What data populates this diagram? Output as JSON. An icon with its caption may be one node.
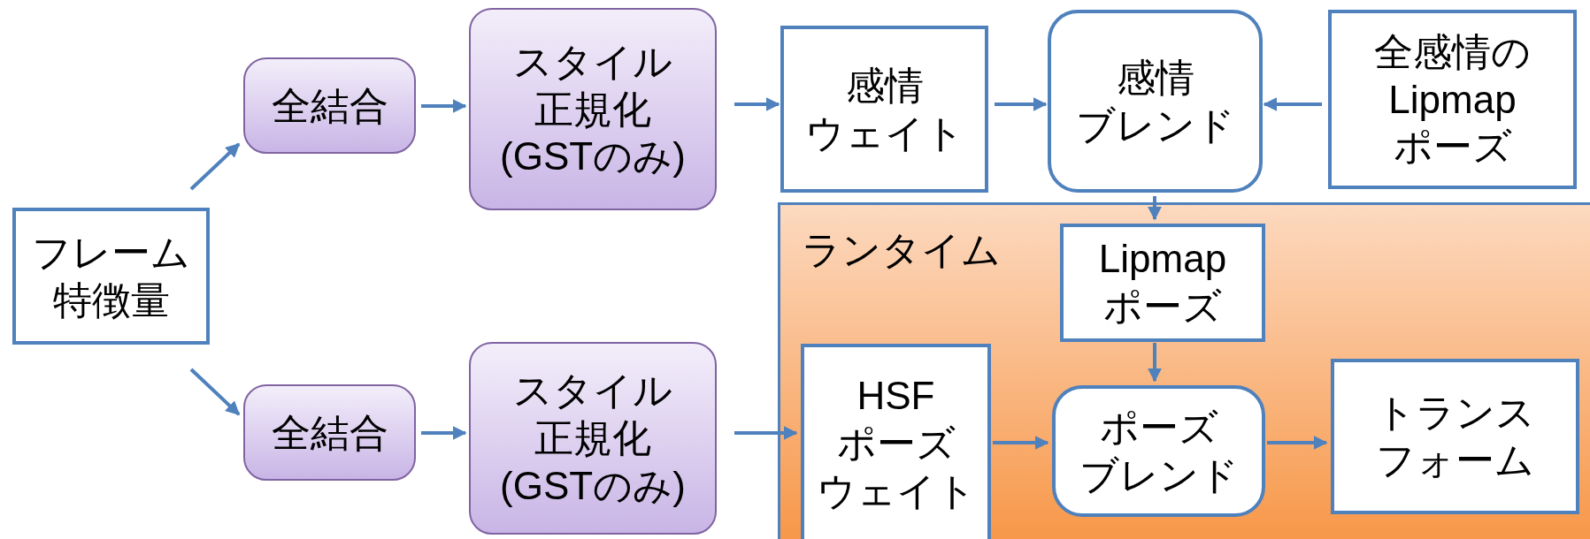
{
  "diagram": {
    "nodes": [
      {
        "text": [
          "フレーム特徴量"
        ]
      },
      {
        "text": [
          "全結合"
        ]
      },
      {
        "text": [
          "スタイル正規化(GSTのみ)"
        ]
      },
      {
        "text": [
          "全結合"
        ]
      },
      {
        "text": [
          "スタイル正規化(GSTのみ)"
        ]
      },
      {
        "text": [
          "感情ウェイト"
        ]
      },
      {
        "text": [
          "感情ブレンド"
        ]
      },
      {
        "text": [
          "全感情のLipmapポーズ"
        ]
      },
      {
        "text": [
          "ランタイム"
        ]
      },
      {
        "text": [
          "Lipmapポーズ"
        ],
        "in": 8
      },
      {
        "text": [
          "HSFポーズウェイト"
        ],
        "in": 8
      },
      {
        "text": [
          "ポーズブレンド"
        ],
        "in": 8
      },
      {
        "text": [
          "トランスフォーム"
        ],
        "in": 8
      }
    ],
    "edges": [
      {
        "from": 0,
        "to": 1,
        "arrow": "to"
      },
      {
        "from": 0,
        "to": 3,
        "arrow": "to"
      },
      {
        "from": 1,
        "to": 2,
        "arrow": "to"
      },
      {
        "from": 3,
        "to": 4,
        "arrow": "to"
      },
      {
        "from": 2,
        "to": 5,
        "arrow": "to"
      },
      {
        "from": 4,
        "to": 10,
        "arrow": "to"
      },
      {
        "from": 5,
        "to": 6,
        "arrow": "to"
      },
      {
        "from": 7,
        "to": 6,
        "arrow": "to"
      },
      {
        "from": 6,
        "to": 9,
        "arrow": "to"
      },
      {
        "from": 9,
        "to": 11,
        "arrow": "to"
      },
      {
        "from": 10,
        "to": 11,
        "arrow": "to"
      },
      {
        "from": 11,
        "to": 12,
        "arrow": "to"
      }
    ]
  }
}
